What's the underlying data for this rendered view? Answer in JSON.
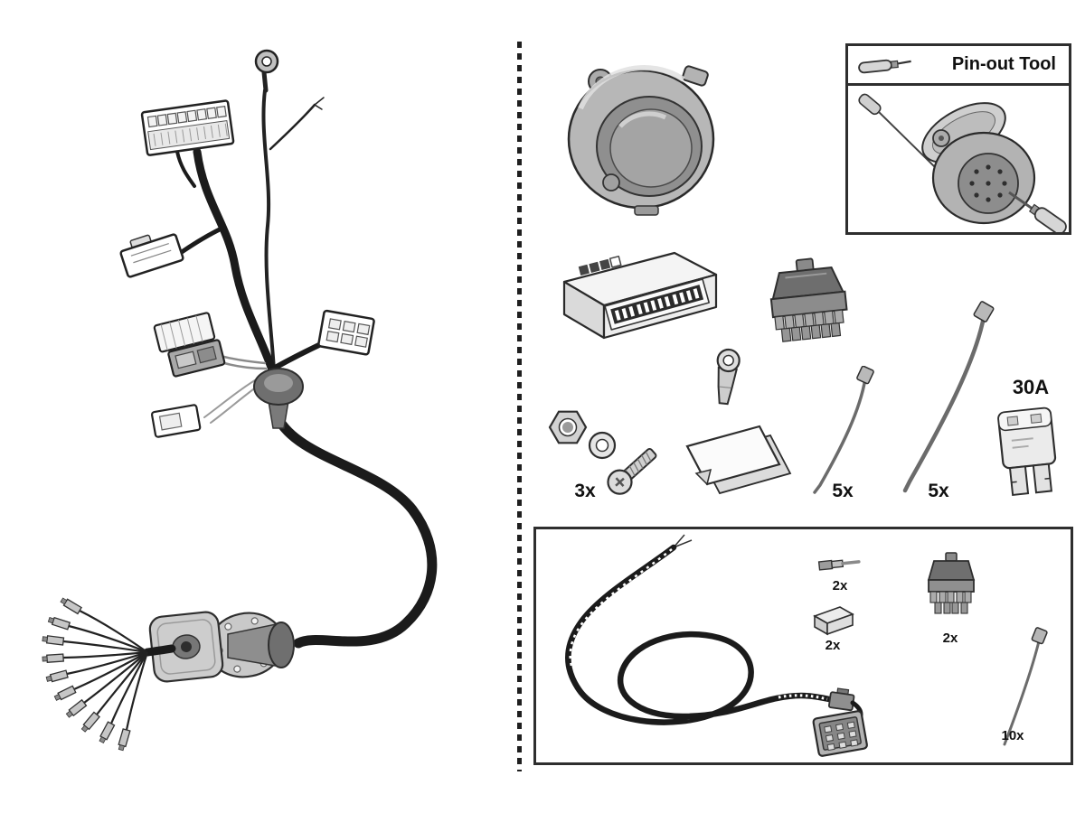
{
  "pinout_box": {
    "title": "Pin-out Tool"
  },
  "parts": {
    "fastener_qty": "3x",
    "cable_tie_short_qty": "5x",
    "cable_tie_long_qty": "5x",
    "fuse_rating": "30A"
  },
  "supplementary_kit": {
    "crimp_terminal_qty": "2x",
    "sleeve_qty": "2x",
    "connector_qty": "2x",
    "cable_tie_qty": "10x"
  },
  "icons": {
    "pinout_tool_icon": "pin-out-tool",
    "socket_icon": "13-pin-trailer-socket",
    "module_icon": "control-module",
    "fuse_icon": "maxi-blade-fuse"
  },
  "colors": {
    "outline": "#2a2a2a",
    "harness_black": "#1b1b1b",
    "gray_light": "#d6d6d6",
    "gray_mid": "#9c9c9c",
    "gray_dark": "#6b6b6b",
    "background": "#ffffff",
    "text": "#111111"
  }
}
